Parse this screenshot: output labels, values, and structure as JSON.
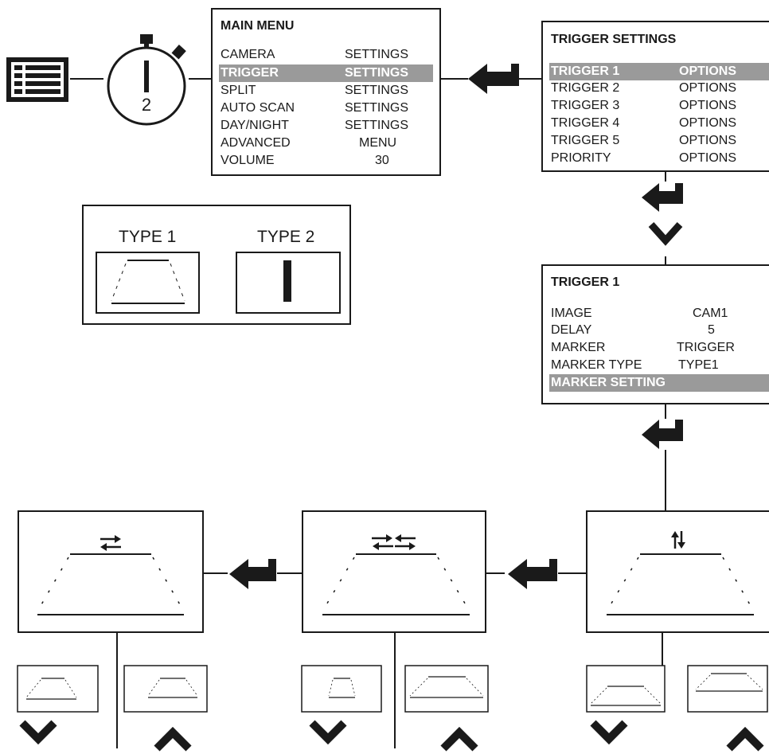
{
  "main_menu": {
    "title": "MAIN MENU",
    "items": [
      {
        "label": "CAMERA",
        "value": "SETTINGS"
      },
      {
        "label": "TRIGGER",
        "value": "SETTINGS",
        "highlighted": true
      },
      {
        "label": "SPLIT",
        "value": "SETTINGS"
      },
      {
        "label": "AUTO SCAN",
        "value": "SETTINGS"
      },
      {
        "label": "DAY/NIGHT",
        "value": "SETTINGS"
      },
      {
        "label": "ADVANCED",
        "value": "MENU"
      },
      {
        "label": "VOLUME",
        "value": "30"
      }
    ]
  },
  "trigger_settings": {
    "title": "TRIGGER SETTINGS",
    "items": [
      {
        "label": "TRIGGER 1",
        "value": "OPTIONS",
        "highlighted": true
      },
      {
        "label": "TRIGGER 2",
        "value": "OPTIONS"
      },
      {
        "label": "TRIGGER 3",
        "value": "OPTIONS"
      },
      {
        "label": "TRIGGER 4",
        "value": "OPTIONS"
      },
      {
        "label": "TRIGGER 5",
        "value": "OPTIONS"
      },
      {
        "label": "PRIORITY",
        "value": "OPTIONS"
      }
    ]
  },
  "trigger_1": {
    "title": "TRIGGER 1",
    "items": [
      {
        "label": "IMAGE",
        "value": "CAM1"
      },
      {
        "label": "DELAY",
        "value": "5"
      },
      {
        "label": "MARKER",
        "value": "TRIGGER"
      },
      {
        "label": "MARKER TYPE",
        "value": "TYPE1"
      },
      {
        "label": "MARKER SETTING",
        "value": "",
        "highlighted": true
      }
    ]
  },
  "timer": {
    "value": "2"
  },
  "types": {
    "type1": "TYPE 1",
    "type2": "TYPE 2"
  },
  "icons": {
    "menu": "list-menu-icon",
    "timer": "stopwatch-icon",
    "enter": "enter-arrow-icon",
    "down": "chevron-down-icon",
    "up": "chevron-up-icon"
  },
  "colors": {
    "line": "#1a1a1a",
    "highlight": "#9a9a9a"
  }
}
